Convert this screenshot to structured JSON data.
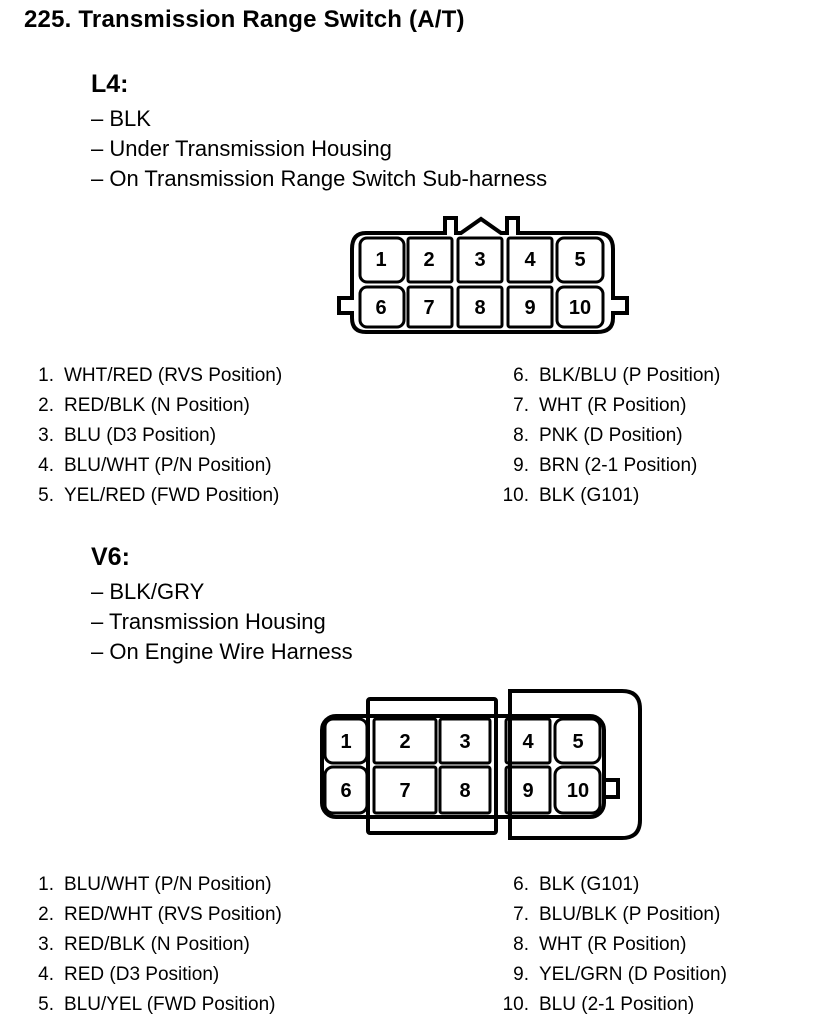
{
  "title": "225.  Transmission Range Switch (A/T)",
  "l4": {
    "heading": "L4:",
    "info": [
      "– BLK",
      "– Under Transmission Housing",
      "– On Transmission Range Switch Sub-harness"
    ],
    "cavities": [
      "1",
      "2",
      "3",
      "4",
      "5",
      "6",
      "7",
      "8",
      "9",
      "10"
    ],
    "pins_left": [
      {
        "num": "1.",
        "desc": "WHT/RED (RVS Position)"
      },
      {
        "num": "2.",
        "desc": "RED/BLK (N Position)"
      },
      {
        "num": "3.",
        "desc": "BLU (D3 Position)"
      },
      {
        "num": "4.",
        "desc": "BLU/WHT (P/N Position)"
      },
      {
        "num": "5.",
        "desc": "YEL/RED (FWD Position)"
      }
    ],
    "pins_right": [
      {
        "num": "6.",
        "desc": "BLK/BLU (P Position)"
      },
      {
        "num": "7.",
        "desc": "WHT (R Position)"
      },
      {
        "num": "8.",
        "desc": "PNK (D Position)"
      },
      {
        "num": "9.",
        "desc": "BRN (2-1 Position)"
      },
      {
        "num": "10.",
        "desc": "BLK (G101)"
      }
    ]
  },
  "v6": {
    "heading": "V6:",
    "info": [
      "– BLK/GRY",
      "– Transmission Housing",
      "– On Engine Wire Harness"
    ],
    "cavities": [
      "1",
      "2",
      "3",
      "4",
      "5",
      "6",
      "7",
      "8",
      "9",
      "10"
    ],
    "pins_left": [
      {
        "num": "1.",
        "desc": "BLU/WHT (P/N Position)"
      },
      {
        "num": "2.",
        "desc": "RED/WHT (RVS Position)"
      },
      {
        "num": "3.",
        "desc": "RED/BLK (N Position)"
      },
      {
        "num": "4.",
        "desc": "RED (D3 Position)"
      },
      {
        "num": "5.",
        "desc": "BLU/YEL (FWD Position)"
      }
    ],
    "pins_right": [
      {
        "num": "6.",
        "desc": "BLK (G101)"
      },
      {
        "num": "7.",
        "desc": "BLU/BLK (P Position)"
      },
      {
        "num": "8.",
        "desc": "WHT (R Position)"
      },
      {
        "num": "9.",
        "desc": "YEL/GRN (D Position)"
      },
      {
        "num": "10.",
        "desc": "BLU (2-1 Position)"
      }
    ]
  }
}
